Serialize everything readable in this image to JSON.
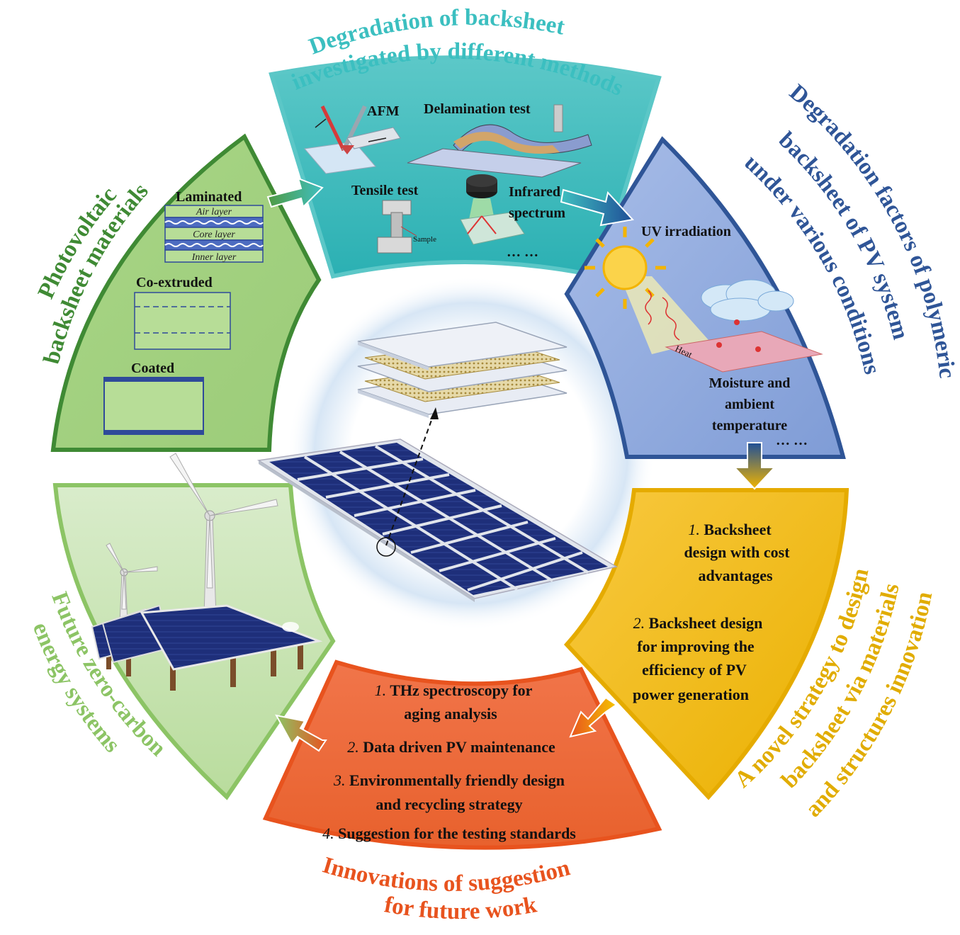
{
  "sectors": {
    "top": {
      "title_line1": "Degradation of backsheet",
      "title_line2": "investigated by different methods",
      "labels": {
        "afm": "AFM",
        "delamination": "Delamination test",
        "tensile": "Tensile test",
        "sample": "Sample",
        "infrared_1": "Infrared",
        "infrared_2": "spectrum",
        "ellipsis": "… …"
      },
      "color": "#36b8b8"
    },
    "right_top": {
      "title_line1": "Degradation factors of polymeric",
      "title_line2": "backsheet of PV system",
      "title_line3": "under various conditions",
      "labels": {
        "uv": "UV irradiation",
        "heat": "Heat",
        "moisture_1": "Moisture and",
        "moisture_2": "ambient",
        "moisture_3": "temperature",
        "ellipsis": "… …"
      },
      "color": "#2f5597"
    },
    "right_bottom": {
      "title_line1": "A novel strategy to design",
      "title_line2": "backsheet via materials",
      "title_line3": "and structures innovation",
      "item1_num": "1.",
      "item1_l1": "Backsheet",
      "item1_l2": "design with cost",
      "item1_l3": "advantages",
      "item2_num": "2.",
      "item2_l1": "Backsheet design",
      "item2_l2": "for improving the",
      "item2_l3": "efficiency of PV",
      "item2_l4": "power generation",
      "color": "#e3ad00"
    },
    "bottom": {
      "title_line1": "Innovations of suggestion",
      "title_line2": "for future work",
      "item1_num": "1.",
      "item1_l1": "THz spectroscopy for",
      "item1_l2": "aging analysis",
      "item2_num": "2.",
      "item2_l1": "Data driven PV maintenance",
      "item3_num": "3.",
      "item3_l1": "Environmentally friendly design",
      "item3_l2": "and recycling strategy",
      "item4_num": "4.",
      "item4_l1": "Suggestion for the testing standards",
      "color": "#e8531e"
    },
    "left_bottom": {
      "title_line1": "Future zero-carbon",
      "title_line2": "energy systems",
      "color": "#8cc465"
    },
    "left_top": {
      "title_line1": "Photovoltaic",
      "title_line2": "backsheet materials",
      "laminated": "Laminated",
      "air": "Air layer",
      "core": "Core layer",
      "inner": "Inner layer",
      "coextruded": "Co-extruded",
      "coated": "Coated",
      "color": "#3f8a34"
    }
  }
}
